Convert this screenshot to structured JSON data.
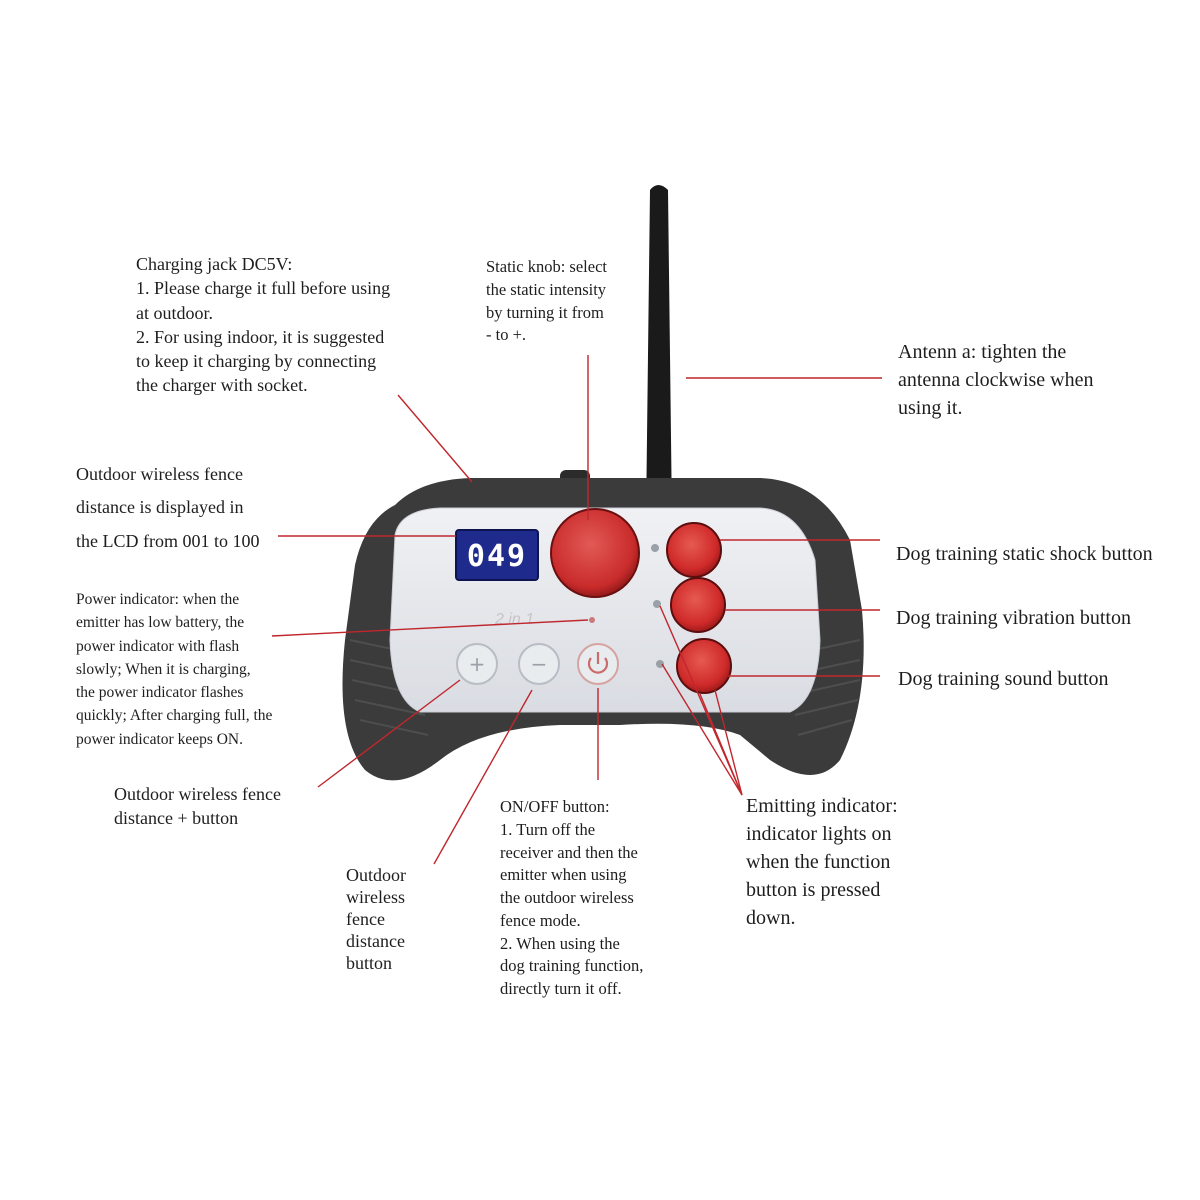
{
  "callouts": {
    "charging_jack": "Charging jack DC5V:\n1. Please charge it full before using\nat outdoor.\n2. For using indoor, it is suggested\nto keep it charging by connecting\nthe charger with socket.",
    "static_knob": "Static knob: select\nthe static intensity\nby turning it from\n- to +.",
    "antenna": "Antenn a: tighten the\nantenna clockwise when\nusing it.",
    "fence_lcd": "Outdoor wireless fence\ndistance is displayed in\nthe LCD from 001 to 100",
    "power_indicator": "Power indicator: when the\nemitter has low battery, the\npower indicator with flash\nslowly;  When it is charging,\nthe power indicator flashes\nquickly;  After charging full, the\npower indicator keeps ON.",
    "fence_plus": "Outdoor wireless fence\ndistance + button",
    "fence_minus": "Outdoor\nwireless\nfence\ndistance\nbutton",
    "onoff": "ON/OFF button:\n1. Turn off the\nreceiver and then the\nemitter when using\nthe outdoor wireless\nfence mode.\n2. When using the\ndog training function,\ndirectly turn it off.",
    "emitting": "Emitting indicator:\nindicator lights on\nwhen the function\nbutton is pressed\ndown.",
    "static_shock": "Dog training static shock button",
    "vibration": "Dog training vibration button",
    "sound": "Dog training sound button"
  },
  "device": {
    "lcd_value": "049",
    "plus_glyph": "+",
    "minus_glyph": "−"
  },
  "colors": {
    "leader": "#c0272d",
    "button_red": "#d2282c",
    "body_dark": "#3a3a3a",
    "panel_light": "#e6e8ec",
    "lcd_bg": "#1f2b8c",
    "lcd_text": "#ffffff"
  }
}
